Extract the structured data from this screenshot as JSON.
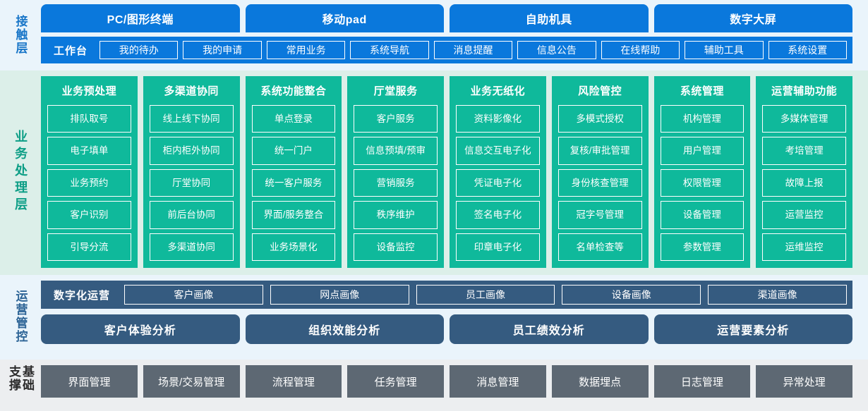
{
  "layers": [
    {
      "label": "接触层",
      "channels": [
        "PC/图形终端",
        "移动pad",
        "自助机具",
        "数字大屏"
      ],
      "workbench_title": "工作台",
      "workbench_items": [
        "我的待办",
        "我的申请",
        "常用业务",
        "系统导航",
        "消息提醒",
        "信息公告",
        "在线帮助",
        "辅助工具",
        "系统设置"
      ]
    },
    {
      "label": "业务处理层",
      "columns": [
        {
          "title": "业务预处理",
          "items": [
            "排队取号",
            "电子填单",
            "业务预约",
            "客户识别",
            "引导分流"
          ]
        },
        {
          "title": "多渠道协同",
          "items": [
            "线上线下协同",
            "柜内柜外协同",
            "厅堂协同",
            "前后台协同",
            "多渠道协同"
          ]
        },
        {
          "title": "系统功能整合",
          "items": [
            "单点登录",
            "统一门户",
            "统一客户服务",
            "界面/服务整合",
            "业务场景化"
          ]
        },
        {
          "title": "厅堂服务",
          "items": [
            "客户服务",
            "信息预填/预审",
            "营销服务",
            "秩序维护",
            "设备监控"
          ]
        },
        {
          "title": "业务无纸化",
          "items": [
            "资料影像化",
            "信息交互电子化",
            "凭证电子化",
            "签名电子化",
            "印章电子化"
          ]
        },
        {
          "title": "风险管控",
          "items": [
            "多模式授权",
            "复核/审批管理",
            "身份核查管理",
            "冠字号管理",
            "名单检查等"
          ]
        },
        {
          "title": "系统管理",
          "items": [
            "机构管理",
            "用户管理",
            "权限管理",
            "设备管理",
            "参数管理"
          ]
        },
        {
          "title": "运营辅助功能",
          "items": [
            "多媒体管理",
            "考培管理",
            "故障上报",
            "运营监控",
            "运维监控"
          ]
        }
      ]
    },
    {
      "label": "运营管控",
      "digital_title": "数字化运营",
      "portraits": [
        "客户画像",
        "网点画像",
        "员工画像",
        "设备画像",
        "渠道画像"
      ],
      "analyses": [
        "客户体验分析",
        "组织效能分析",
        "员工绩效分析",
        "运营要素分析"
      ]
    },
    {
      "label": "基础支撑",
      "items": [
        "界面管理",
        "场景/交易管理",
        "流程管理",
        "任务管理",
        "消息管理",
        "数据埋点",
        "日志管理",
        "异常处理"
      ]
    }
  ],
  "colors": {
    "contact_blue": "#0a78dc",
    "contact_bg": "#eaf4fb",
    "business_teal": "#0fb99b",
    "business_bg": "#dcefe9",
    "ops_steel": "#355b80",
    "ops_bg": "#eaf4fb",
    "base_slate": "#5d6873",
    "base_bg": "#eceef0"
  }
}
